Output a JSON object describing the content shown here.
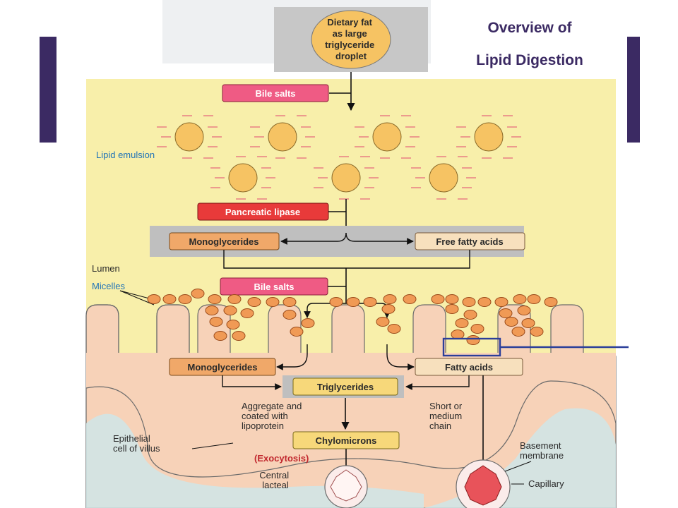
{
  "title": {
    "line1": "Overview of",
    "line2": "Lipid Digestion"
  },
  "diagram": {
    "start": "Dietary fat as large triglyceride droplet",
    "start_lines": [
      "Dietary fat",
      "as large",
      "triglyceride",
      "droplet"
    ],
    "bile_salts_top": "Bile salts",
    "lipid_emulsion": "Lipid emulsion",
    "pancreatic_lipase": "Pancreatic lipase",
    "monoglycerides_lumen": "Monoglycerides",
    "free_fatty_acids": "Free fatty acids",
    "lumen": "Lumen",
    "micelles": "Micelles",
    "bile_salts_mid": "Bile salts",
    "monoglycerides_cell": "Monoglycerides",
    "fatty_acids": "Fatty acids",
    "triglycerides": "Triglycerides",
    "aggregate_lines": [
      "Aggregate and",
      "coated with",
      "lipoprotein"
    ],
    "short_chain_lines": [
      "Short or",
      "medium",
      "chain"
    ],
    "epithelial_lines": [
      "Epithelial",
      "cell of villus"
    ],
    "chylomicrons": "Chylomicrons",
    "exocytosis": "(Exocytosis)",
    "central_lacteal_lines": [
      "Central",
      "lacteal"
    ],
    "basement_lines": [
      "Basement",
      "membrane"
    ],
    "capillary": "Capillary"
  },
  "colors": {
    "accent": "#3b2a63",
    "lumen_bg": "#f8efaa",
    "cell_bg": "#f7d2b8",
    "bile_box": "#ef5b84",
    "lipase_box": "#e83a3a",
    "orange_box": "#f0a869",
    "tan_box": "#f7e0bd",
    "yellow_box": "#f7d87a",
    "droplet": "#f6c363",
    "micelle": "#f09a55",
    "emulsion_label": "#1f73b7",
    "exocytosis_label": "#c1272d",
    "highlight_box": "#2b3f9a"
  }
}
